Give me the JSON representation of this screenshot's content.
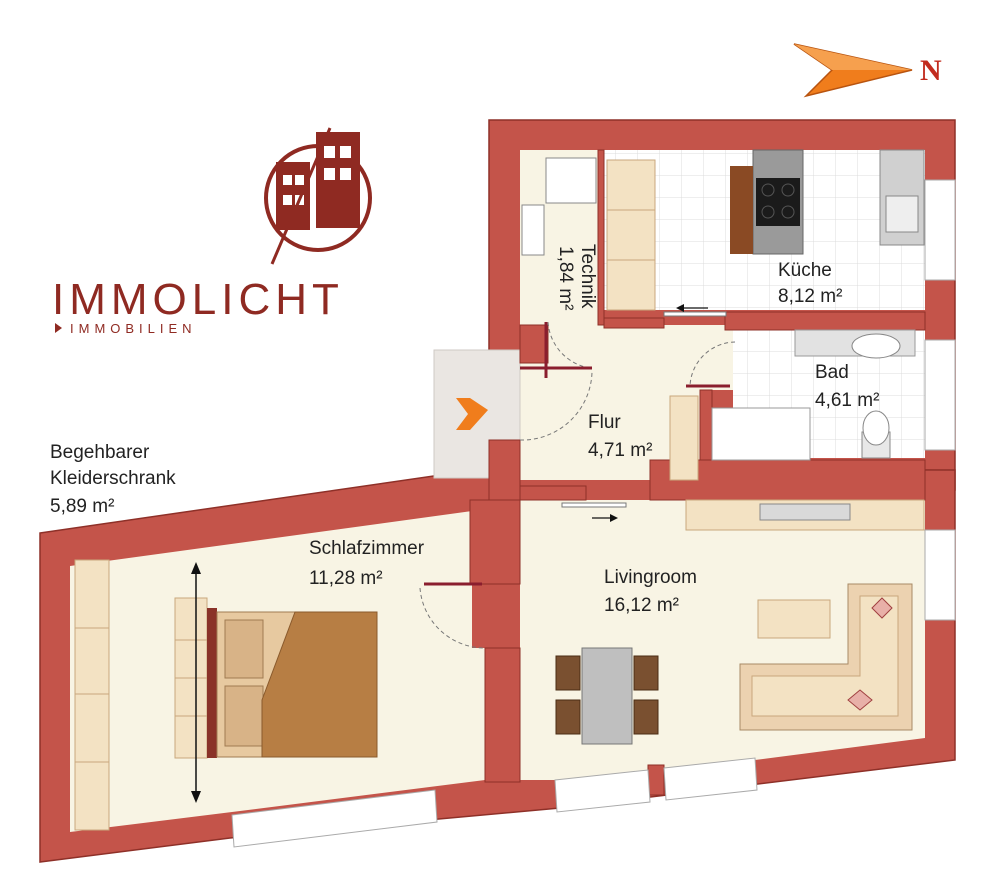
{
  "colors": {
    "wall": "#c4544a",
    "wall_edge": "#8e3028",
    "floor": "#f8f4e4",
    "tile": "#ffffff",
    "furniture": "#f3e2c3",
    "furniture_edge": "#c9a77c",
    "accent_orange": "#f07d1c",
    "brand": "#8f2a22",
    "door": "#8a1e2e"
  },
  "logo": {
    "name": "IMMOLICHT",
    "tagline": "IMMOBILIEN"
  },
  "compass": {
    "label": "N",
    "icon": "north-arrow-icon"
  },
  "rooms": {
    "technik": {
      "name": "Technik",
      "area": "1,84 m²"
    },
    "kueche": {
      "name": "Küche",
      "area": "8,12 m²"
    },
    "bad": {
      "name": "Bad",
      "area": "4,61 m²"
    },
    "flur": {
      "name": "Flur",
      "area": "4,71 m²"
    },
    "kleiderschrank": {
      "name_line1": "Begehbarer",
      "name_line2": "Kleiderschrank",
      "area": "5,89 m²"
    },
    "schlafzimmer": {
      "name": "Schlafzimmer",
      "area": "11,28 m²"
    },
    "livingroom": {
      "name": "Livingroom",
      "area": "16,12 m²"
    }
  },
  "entrance": {
    "icon": "entrance-arrow-icon"
  }
}
